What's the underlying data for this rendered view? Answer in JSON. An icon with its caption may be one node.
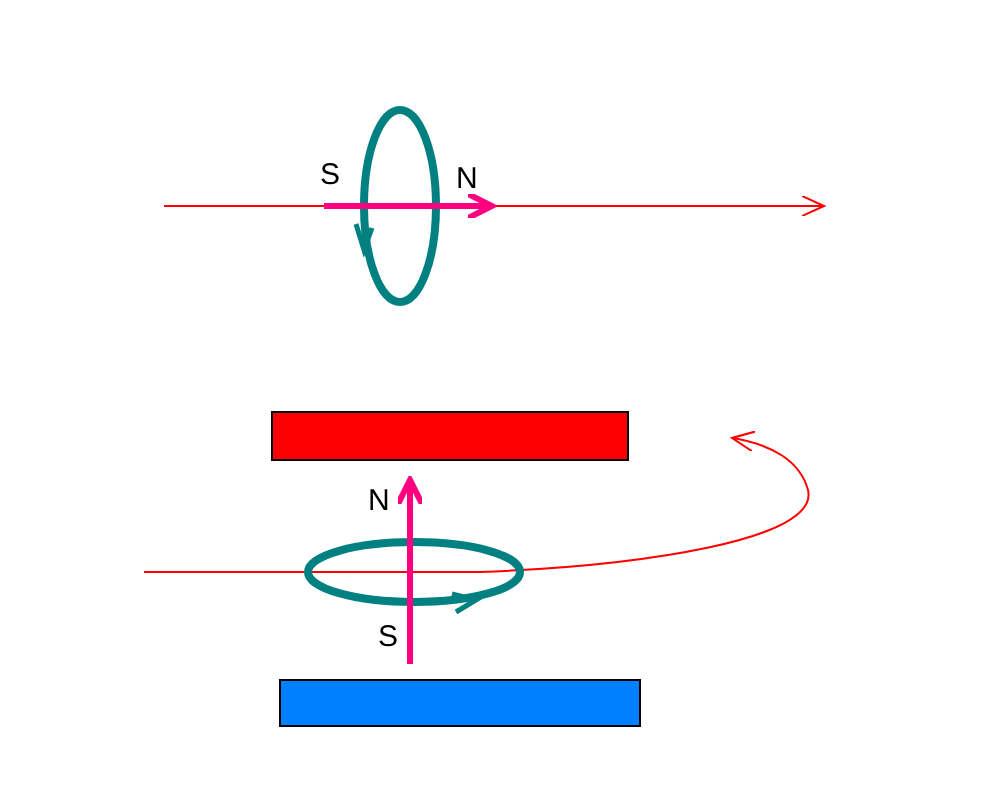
{
  "diagram": {
    "nodes": [
      {
        "text": [],
        "shape": "bar"
      },
      {
        "text": [],
        "shape": "bar"
      }
    ],
    "labels": [
      "S",
      "N",
      "N",
      "S"
    ]
  }
}
